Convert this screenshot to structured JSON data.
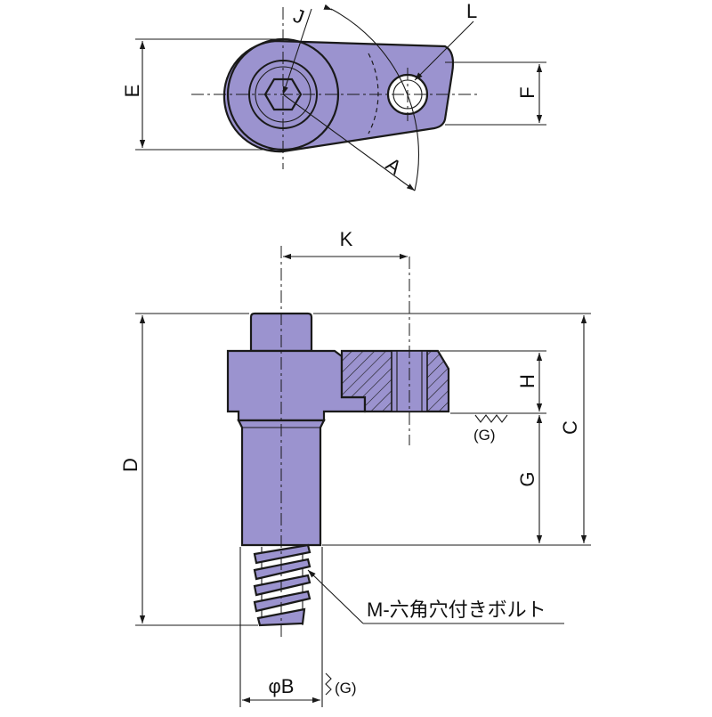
{
  "diagram": {
    "body_color": "#9b93cf",
    "line_color": "#1a1a1a",
    "top_view": {
      "labels": {
        "J": "J",
        "L": "L",
        "E": "E",
        "F": "F",
        "A": "A"
      }
    },
    "side_view": {
      "labels": {
        "K": "K",
        "H": "H",
        "C": "C",
        "D": "D",
        "G": "G",
        "G_paren": "(G)",
        "phiB": "φB",
        "G_paren_2": "(G)",
        "bolt_callout": "M-六角穴付きボルト"
      }
    }
  }
}
